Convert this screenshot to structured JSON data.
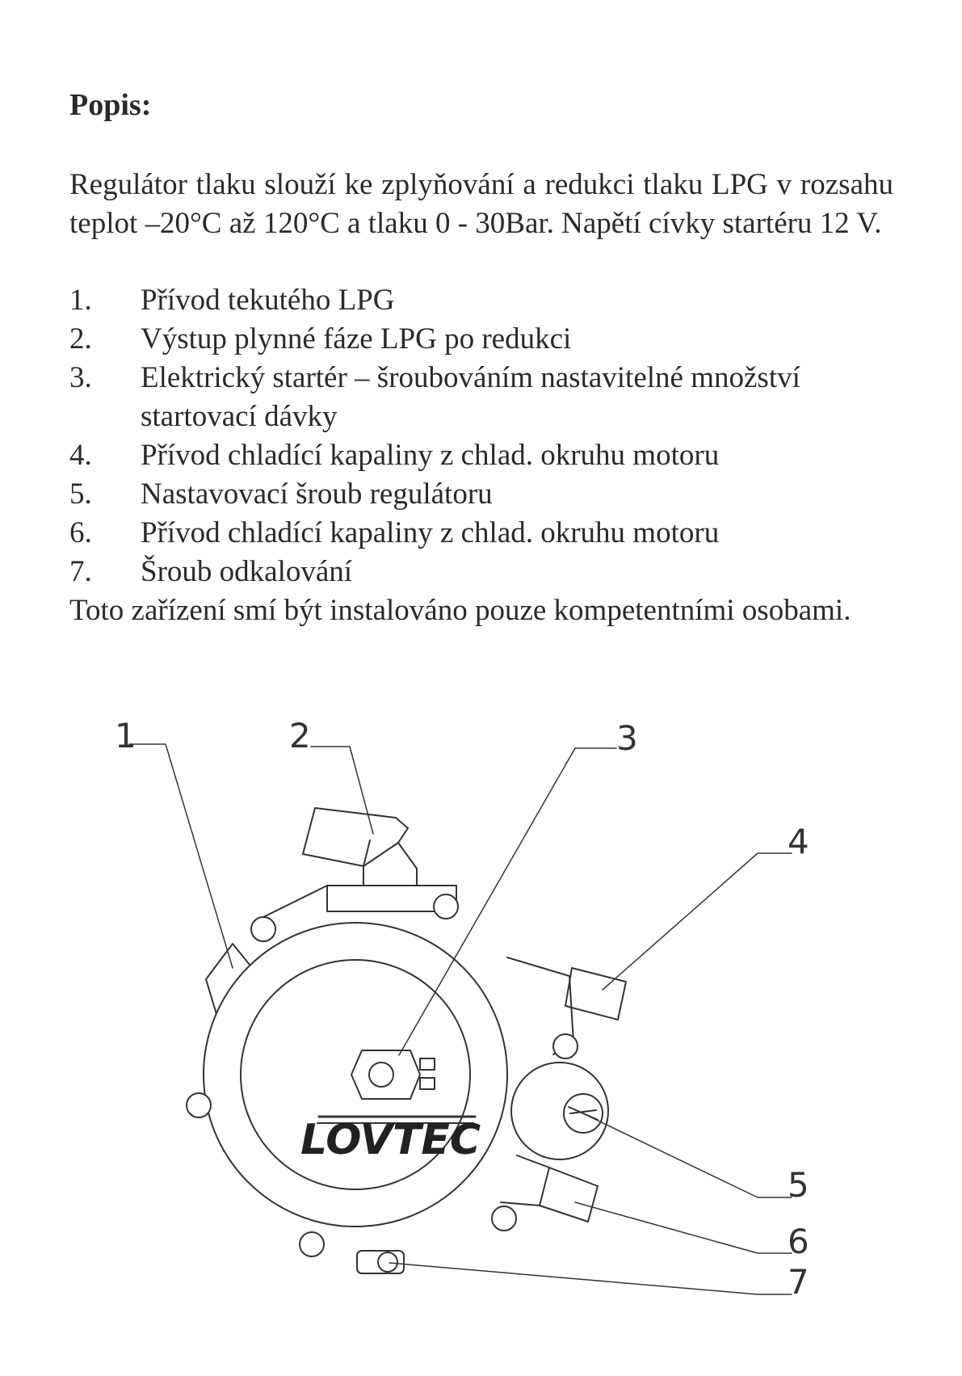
{
  "heading": "Popis:",
  "intro": "Regulátor tlaku slouží ke zplyňování a redukci tlaku LPG v rozsahu teplot –20°C až 120°C a tlaku  0 - 30Bar. Napětí cívky startéru 12 V.",
  "items": [
    {
      "num": "1.",
      "text": "Přívod tekutého LPG"
    },
    {
      "num": "2.",
      "text": "Výstup plynné fáze LPG po redukci"
    },
    {
      "num": "3.",
      "text": "Elektrický startér – šroubováním nastavitelné množství startovací dávky"
    },
    {
      "num": "4.",
      "text": "Přívod chladící kapaliny z chlad. okruhu motoru"
    },
    {
      "num": "5.",
      "text": "Nastavovací šroub regulátoru"
    },
    {
      "num": "6.",
      "text": "Přívod chladící kapaliny z chlad. okruhu motoru"
    },
    {
      "num": "7.",
      "text": "Šroub odkalování"
    }
  ],
  "outro": "Toto zařízení smí být instalováno pouze kompetentními osobami.",
  "diagram": {
    "callouts": [
      "1",
      "2",
      "3",
      "4",
      "5",
      "6",
      "7"
    ],
    "logo": "LOVTEC"
  }
}
